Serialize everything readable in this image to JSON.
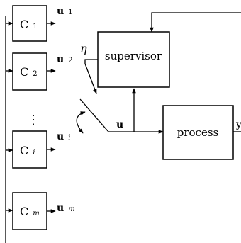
{
  "controllers": [
    {
      "name": "C",
      "sub": "1",
      "out": "u",
      "out_sub": "1"
    },
    {
      "name": "C",
      "sub": "2",
      "out": "u",
      "out_sub": "2"
    },
    {
      "name": "C",
      "sub": "i",
      "out": "u",
      "out_sub": "i"
    },
    {
      "name": "C",
      "sub": "m",
      "out": "u",
      "out_sub": "m"
    }
  ],
  "ellipsis": "⋮",
  "supervisor": {
    "label": "supervisor",
    "signal": "η"
  },
  "process": {
    "label": "process",
    "output": "y"
  },
  "control_signal": "u"
}
